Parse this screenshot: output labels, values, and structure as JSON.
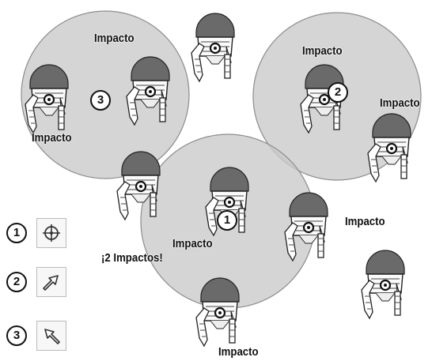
{
  "scene": {
    "circle_color": "#c9c9c9",
    "circle_stroke": "#8d8d8d",
    "dome_color": "#6a6a6a",
    "labels": {
      "impacto_1": "Impacto",
      "impacto_2": "Impacto",
      "impacto_3": "Impacto",
      "impacto_4": "Impacto",
      "impacto_5": "Impacto",
      "impacto_6": "Impacto",
      "impacto_7": "Impacto",
      "two_hits": "¡2 Impactos!"
    },
    "markers": {
      "m1": "1",
      "m2": "2",
      "m3": "3"
    }
  },
  "legend": [
    {
      "number": "1",
      "icon": "crosshair-icon"
    },
    {
      "number": "2",
      "icon": "arrow-up-right-icon"
    },
    {
      "number": "3",
      "icon": "arrow-up-left-icon"
    }
  ]
}
